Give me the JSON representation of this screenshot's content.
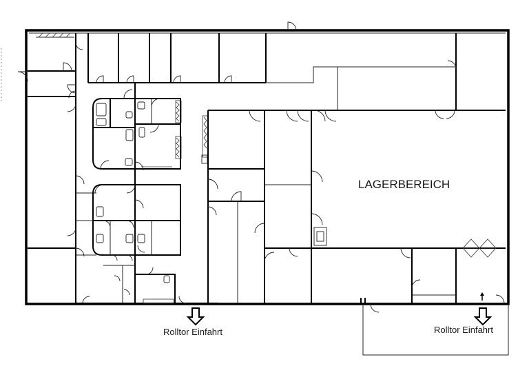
{
  "labels": {
    "storage_area": "LAGERBEREICH",
    "roller_door_1": "Rolltor Einfahrt",
    "roller_door_2": "Rolltor Einfahrt"
  }
}
